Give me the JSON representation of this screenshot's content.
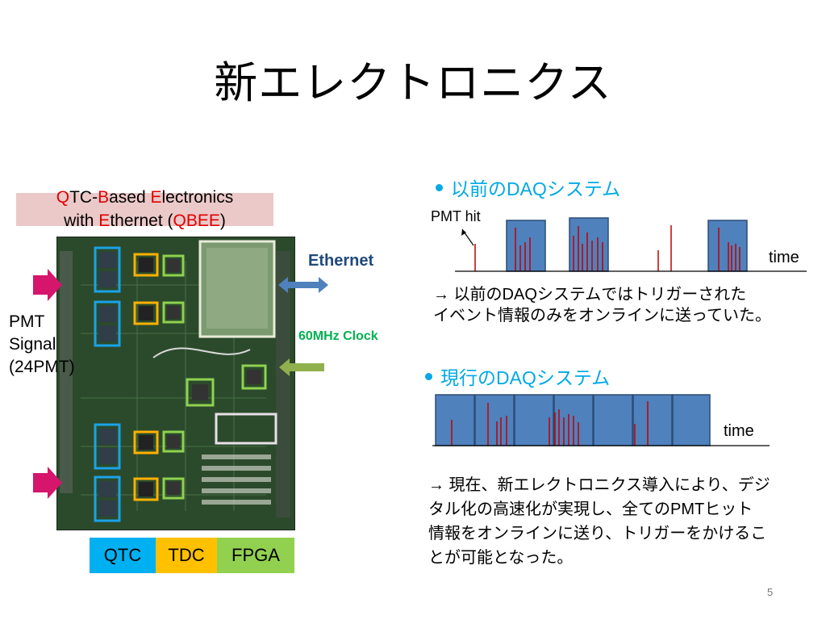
{
  "slide": {
    "title": "新エレクトロニクス",
    "page_number": "5"
  },
  "qbee": {
    "line1": [
      {
        "text": "Q",
        "red": true
      },
      {
        "text": "TC-",
        "red": false
      },
      {
        "text": "B",
        "red": true
      },
      {
        "text": "ased ",
        "red": false
      },
      {
        "text": "E",
        "red": true
      },
      {
        "text": "lectronics",
        "red": false
      }
    ],
    "line2": [
      {
        "text": "with ",
        "red": false
      },
      {
        "text": "E",
        "red": true
      },
      {
        "text": "thernet (",
        "red": false
      },
      {
        "text": "QBEE",
        "red": true
      },
      {
        "text": ")",
        "red": false
      }
    ]
  },
  "board": {
    "pmt_label_lines": [
      "PMT",
      "Signal",
      "(24PMT)"
    ],
    "ethernet_label": "Ethernet",
    "clock_label": "60MHz Clock",
    "legend": [
      {
        "label": "QTC",
        "color": "#00b0f0"
      },
      {
        "label": "TDC",
        "color": "#ffc000"
      },
      {
        "label": "FPGA",
        "color": "#92d050"
      }
    ]
  },
  "previous_daq": {
    "heading": "以前のDAQシステム",
    "pmt_hit_label": "PMT hit",
    "time_label": "time",
    "description_lines": [
      "→ 以前のDAQシステムではトリガーされた",
      "イベント情報のみをオンラインに送っていた。"
    ]
  },
  "current_daq": {
    "heading": "現行のDAQシステム",
    "time_label": "time",
    "description_lines": [
      "→ 現在、新エレクトロニクス導入により、デジ",
      "タル化の高速化が実現し、全てのPMTヒット",
      "情報をオンラインに送り、トリガーをかけるこ",
      "とが可能となった。"
    ]
  },
  "colors": {
    "qtc_box": "#1aa3e8",
    "tdc_box": "#ffb000",
    "fpga_box": "#8fd14f",
    "window_fill": "#4f81bd",
    "hit_line": "#c00000",
    "pink_arrow": "#d6156c",
    "ethernet_arrow": "#4f81bd",
    "clock_arrow": "#8fb04c",
    "heading_blue": "#00a9e6"
  }
}
